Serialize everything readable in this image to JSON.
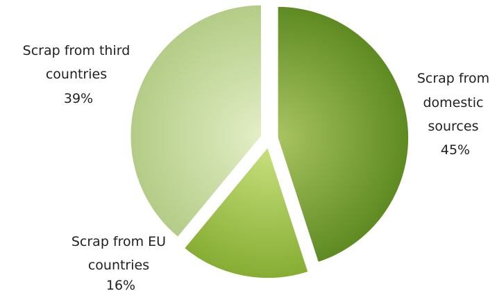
{
  "chart_data": {
    "type": "pie",
    "exploded": true,
    "slices": [
      {
        "label_lines": [
          "Scrap from",
          "domestic",
          "sources"
        ],
        "value": 45,
        "value_label": "45%",
        "color_light": "#a9c461",
        "color_dark": "#5e8a22"
      },
      {
        "label_lines": [
          "Scrap from EU",
          "countries"
        ],
        "value": 16,
        "value_label": "16%",
        "color_light": "#c8e07d",
        "color_dark": "#86ad33"
      },
      {
        "label_lines": [
          "Scrap from third",
          "countries"
        ],
        "value": 39,
        "value_label": "39%",
        "color_light": "#e3eec6",
        "color_dark": "#b3cc86"
      }
    ]
  }
}
